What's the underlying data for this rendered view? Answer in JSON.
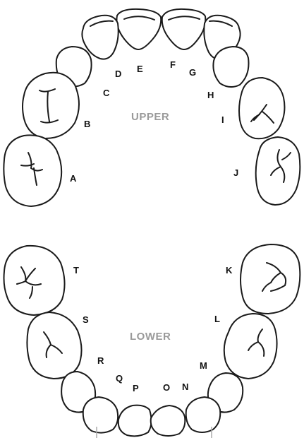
{
  "upper": {
    "label": "UPPER",
    "letters": [
      "A",
      "B",
      "C",
      "D",
      "E",
      "F",
      "G",
      "H",
      "I",
      "J"
    ]
  },
  "lower": {
    "label": "LOWER",
    "letters": [
      "K",
      "L",
      "M",
      "N",
      "O",
      "P",
      "Q",
      "R",
      "S",
      "T"
    ]
  }
}
